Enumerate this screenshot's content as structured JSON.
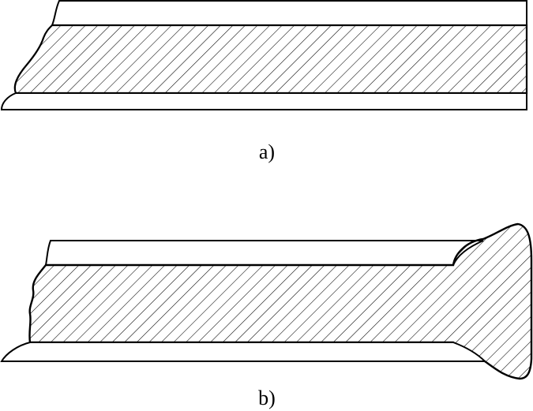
{
  "figure": {
    "panels": [
      {
        "id": "a",
        "caption": "a)"
      },
      {
        "id": "b",
        "caption": "b)"
      }
    ]
  },
  "colors": {
    "line": "#000000",
    "background": "#ffffff"
  }
}
